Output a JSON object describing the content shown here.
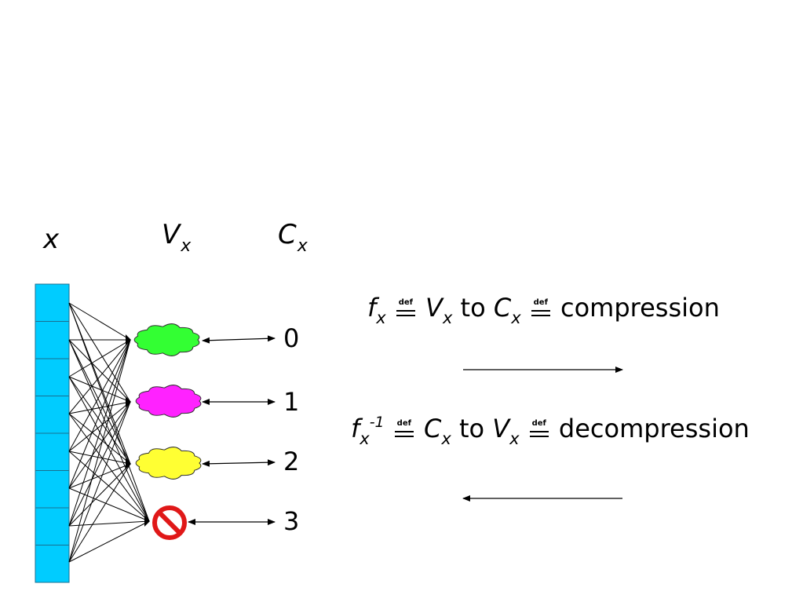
{
  "labels": {
    "x_label": "x",
    "v_label": "V",
    "v_sub": "x",
    "c_label": "C",
    "c_sub": "x"
  },
  "codes": [
    "0",
    "1",
    "2",
    "3"
  ],
  "clouds": [
    {
      "name": "green-cloud",
      "color": "#33ff33"
    },
    {
      "name": "magenta-cloud",
      "color": "#ff22ff"
    },
    {
      "name": "yellow-cloud",
      "color": "#ffff33"
    }
  ],
  "vector_cell_count": 8,
  "vector_color": "#00ccff",
  "prohibited_icon": "no-entry-icon",
  "formula1": {
    "f": "f",
    "f_sub": "x",
    "def": "def",
    "v": "V",
    "v_sub": "x",
    "to": "to",
    "c": "C",
    "c_sub": "x",
    "result": "compression"
  },
  "formula2": {
    "f": "f",
    "f_sub": "x",
    "f_sup": "-1",
    "def": "def",
    "c": "C",
    "c_sub": "x",
    "to": "to",
    "v": "V",
    "v_sub": "x",
    "result": "decompression"
  }
}
